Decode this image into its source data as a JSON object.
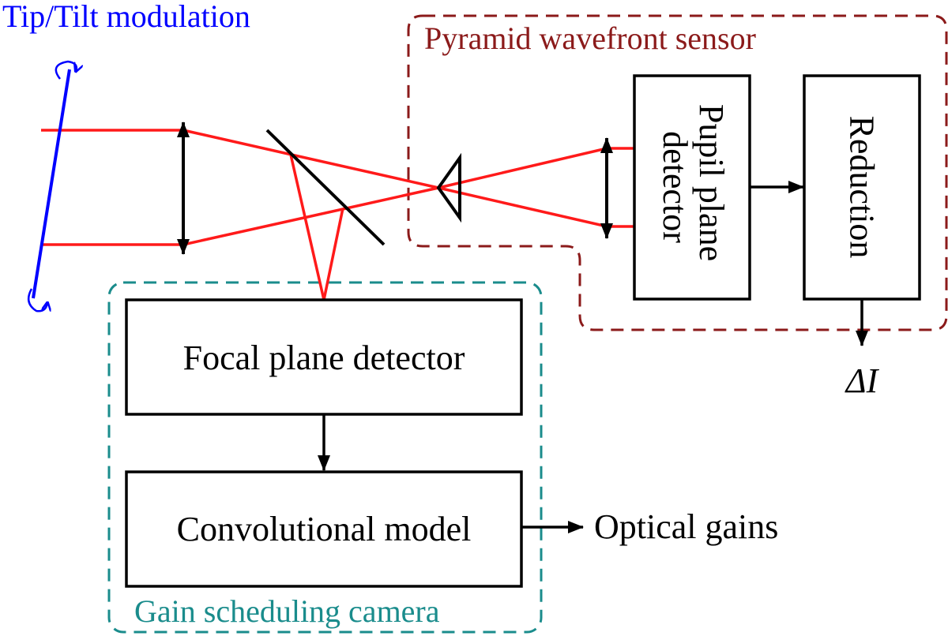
{
  "colors": {
    "modulation": "#0000ff",
    "pyramid_section": "#8b1a1a",
    "camera_section": "#1a8c8c",
    "beam": "#ff1a1a",
    "ink": "#000000"
  },
  "labels": {
    "tip_tilt": "Tip/Tilt modulation",
    "pyramid_title": "Pyramid wavefront sensor",
    "pupil_line1": "Pupil plane",
    "pupil_line2": "detector",
    "reduction": "Reduction",
    "delta_i": "ΔI",
    "focal_plane": "Focal plane detector",
    "conv_model": "Convolutional model",
    "optical_gains": "Optical gains",
    "camera_title": "Gain scheduling camera"
  },
  "icons": {
    "tip_tilt_mirror": "tilted-mirror-with-rotation-arrows",
    "lens_1": "double-arrow-lens",
    "lens_2": "double-arrow-lens",
    "beam_splitter": "diagonal-beam-splitter",
    "pyramid": "triangle-prism"
  }
}
